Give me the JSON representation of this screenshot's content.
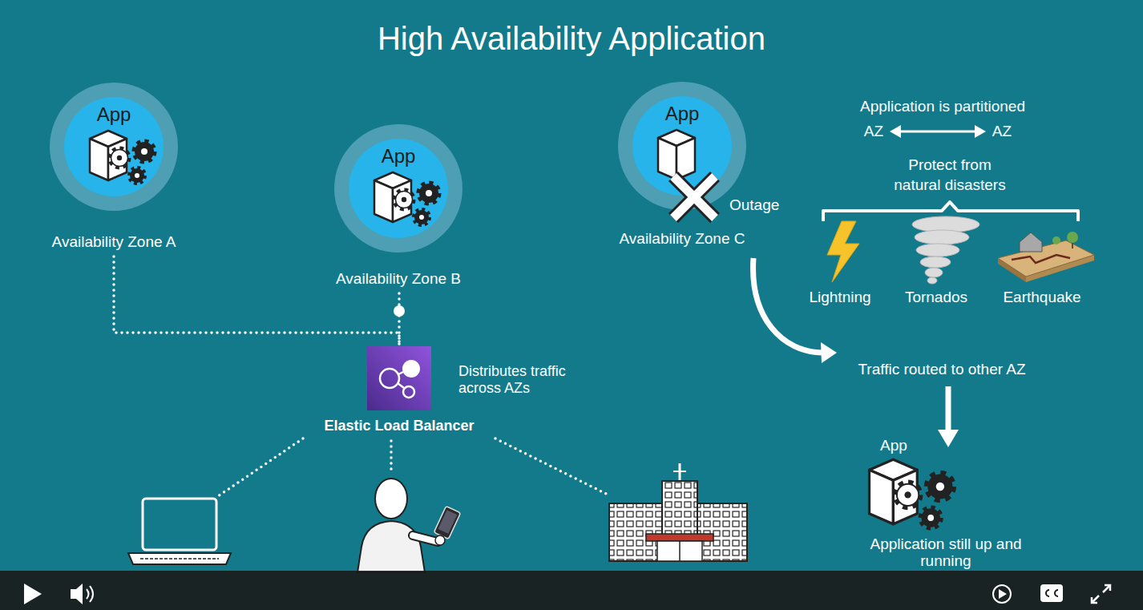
{
  "diagram": {
    "title": "High Availability Application",
    "nodes": [
      {
        "text": [
          "App",
          "Availability Zone A"
        ]
      },
      {
        "text": [
          "App",
          "Availability Zone B"
        ]
      },
      {
        "text": [
          "App",
          "Availability Zone C"
        ]
      },
      {
        "text": [
          "Elastic Load Balancer"
        ]
      }
    ],
    "edges": [
      {
        "from": 0,
        "to": 3,
        "arrow": "none"
      },
      {
        "from": 1,
        "to": 3,
        "arrow": "none"
      }
    ],
    "labels": [
      "Outage",
      "Application is partitioned",
      "AZ",
      "AZ",
      "Protect from natural disasters",
      "Lightning",
      "Tornados",
      "Earthquake",
      "Distributes traffic across AZs",
      "Traffic routed to other AZ",
      "App",
      "Application still up and running"
    ]
  }
}
